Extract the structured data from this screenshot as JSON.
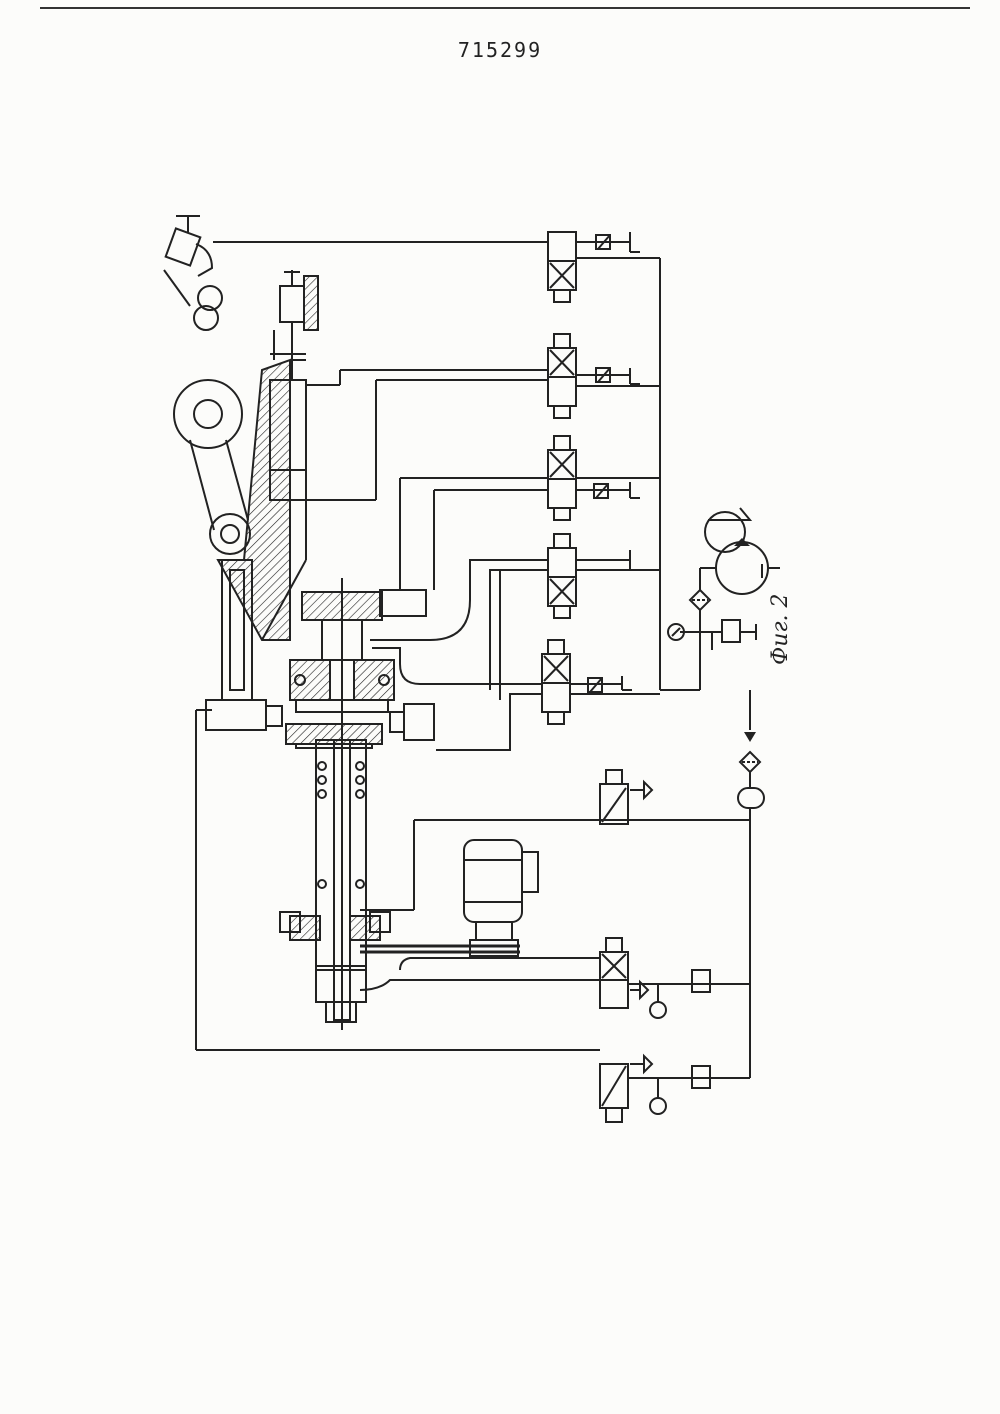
{
  "document": {
    "page_number": "715299",
    "figure_label": "Фиг. 2"
  },
  "diagram": {
    "type": "hydraulic-pneumatic schematic",
    "icons": [
      "valve-icon",
      "throttle-icon",
      "pump-icon",
      "motor-icon",
      "filter-icon",
      "gauge-icon",
      "cylinder-icon"
    ]
  }
}
